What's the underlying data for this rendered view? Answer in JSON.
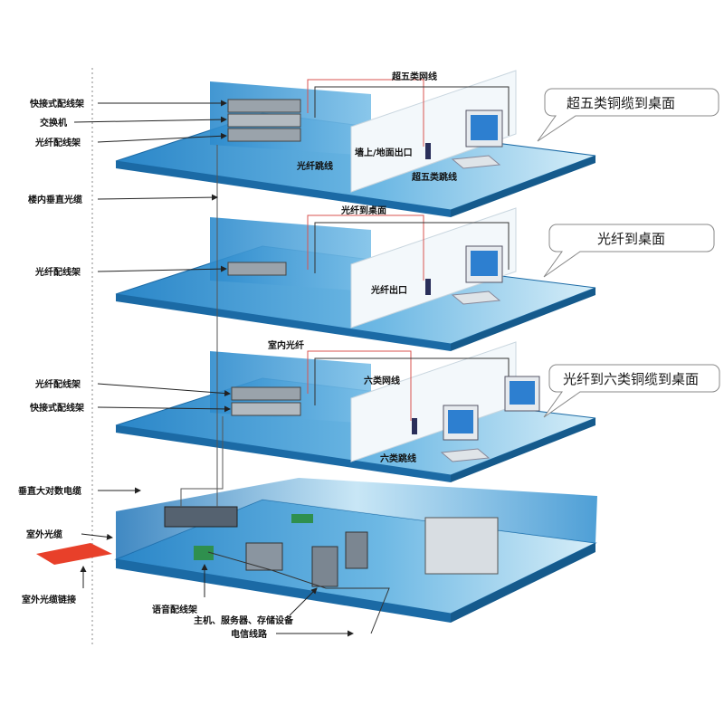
{
  "colors": {
    "floor_top": "#2f8ecf",
    "floor_light": "#bfe3f5",
    "floor_edge": "#1b6aa5",
    "wall_blue": "#3c9ad6",
    "cable_red": "#d9534f",
    "cable_dark": "#333333",
    "device_gray": "#8a95a0",
    "patch_green": "#2f8f4e",
    "outdoor_red": "#e8402a"
  },
  "labels": {
    "quick_patch_panel_1": "快接式配线架",
    "switch": "交换机",
    "fiber_patch_panel_1": "光纤配线架",
    "building_vertical_fiber": "楼内垂直光缆",
    "fiber_patch_panel_2": "光纤配线架",
    "fiber_patch_panel_3": "光纤配线架",
    "quick_patch_panel_2": "快接式配线架",
    "vertical_large_pair_cable": "垂直大对数电缆",
    "outdoor_fiber": "室外光缆",
    "outdoor_fiber_link": "室外光缆链接",
    "voice_patch_panel": "语音配线架",
    "host_server_storage": "主机、服务器、存储设备",
    "telecom_line": "电信线路",
    "cat5e_cable": "超五类网线",
    "fiber_jumper": "光纤跳线",
    "wall_floor_outlet": "墙上/地面出口",
    "cat5e_jumper": "超五类跳线",
    "fiber_to_desk": "光纤到桌面",
    "fiber_outlet": "光纤出口",
    "indoor_fiber": "室内光纤",
    "cat6_cable": "六类网线",
    "cat6_jumper": "六类跳线"
  },
  "callouts": {
    "cat5e_copper_to_desk": "超五类铜缆到桌面",
    "fiber_to_desk": "光纤到桌面",
    "fiber_to_cat6_copper_to_desk": "光纤到六类铜缆到桌面"
  }
}
